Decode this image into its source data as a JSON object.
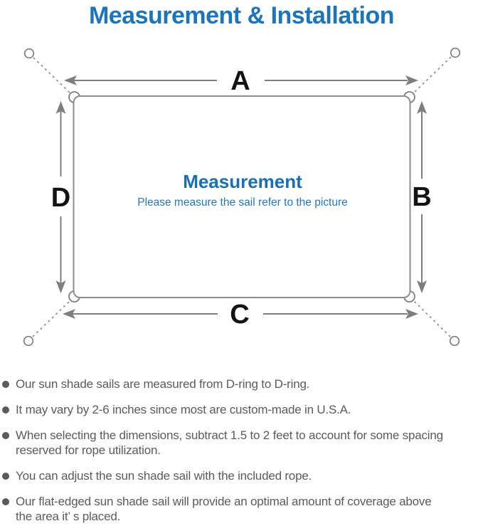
{
  "page": {
    "background": "#ffffff",
    "accent_blue": "#1b75bc",
    "text_gray": "#5a5b5d",
    "line_gray": "#7c7e81",
    "label_black": "#131313"
  },
  "title": {
    "text": "Measurement & Installation"
  },
  "diagram": {
    "labels": {
      "top": "A",
      "right": "B",
      "bottom": "C",
      "left": "D"
    },
    "center": {
      "heading": "Measurement",
      "heading_color": "#176fb8",
      "subheading": "Please measure the sail refer to the picture",
      "subheading_color": "#1f78c0"
    },
    "icons": [
      "anchor-point-icon",
      "d-ring-icon",
      "rope-dashed-line",
      "dimension-arrow"
    ]
  },
  "notes": {
    "bullet_color": "#595a5c",
    "items": [
      {
        "text": "Our sun shade sails are measured from D-ring to D-ring."
      },
      {
        "text": "It may vary by 2-6 inches since most are custom-made in U.S.A."
      },
      {
        "text": "When selecting the dimensions, subtract 1.5 to 2 feet to account for some spacing\nreserved for rope utilization."
      },
      {
        "text": "You can adjust the sun shade sail with the included rope."
      },
      {
        "text": "Our flat-edged sun shade sail will provide an optimal amount of coverage above\nthe area it’ s placed."
      }
    ]
  }
}
